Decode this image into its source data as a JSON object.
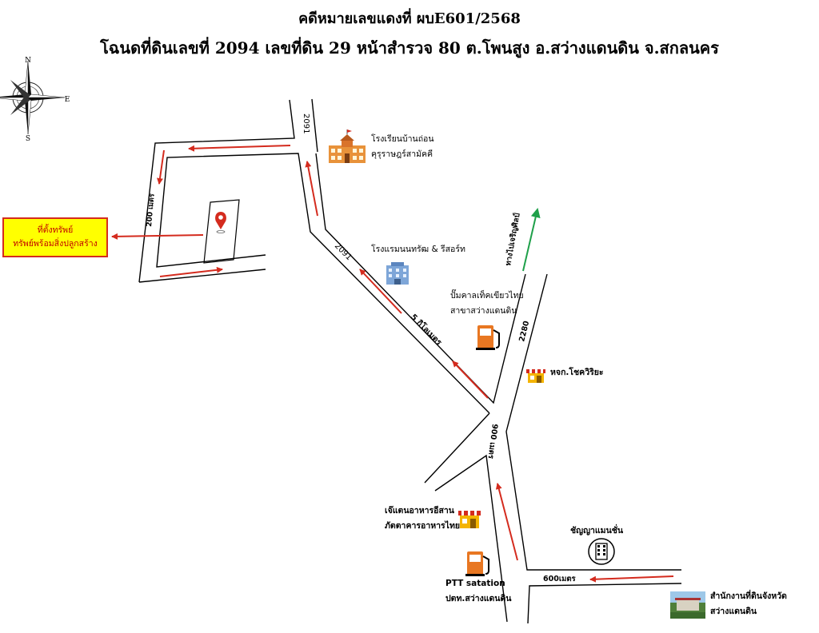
{
  "title": {
    "line1": "คดีหมายเลขแดงที่ ผบE601/2568",
    "line2": "โฉนดที่ดินเลขที่ 2094 เลขที่ดิน 29 หน้าสำรวจ 80 ต.โพนสูง อ.สว่างแดนดิน จ.สกลนคร"
  },
  "compass": {
    "n": "N",
    "e": "E",
    "s": "S"
  },
  "property_box": {
    "line1": "ที่ตั้งทรัพย์",
    "line2": "ทรัพย์พร้อมสิ่งปลูกสร้าง"
  },
  "road_labels": {
    "road_2091_top": "2091",
    "road_2091_diag": "2091",
    "road_2280": "2280",
    "dist_200m": "200 เมตร",
    "dist_5km": "5 กิโลเมตร",
    "dist_900m": "900 เมตร",
    "dist_600m": "600เมตร",
    "direction": "ทางไปเจริญศิลป์"
  },
  "places": {
    "school": {
      "line1": "โรงเรียนบ้านถ่อน",
      "line2": "คุรุราษฎร์สามัคคี"
    },
    "hotel": {
      "name": "โรงแรมนนทรัฒ & รีสอร์ท"
    },
    "gas_station": {
      "line1": "ปั๊มคาลเท็คเขียวไทย",
      "line2": "สาขาสว่างแดนดิน"
    },
    "shop": {
      "name": "หจก.โชควิริยะ"
    },
    "restaurant": {
      "line1": "เจ๊แตนอาหารอีสาน",
      "line2": "ภัตตาคารอาหารไทย"
    },
    "ptt": {
      "line1": "PTT satation",
      "line2": "ปตท.สว่างแดนดิน"
    },
    "mansion": {
      "name": "ชัญญาแมนชั่น"
    },
    "land_office": {
      "line1": "สำนักงานที่ดินจังหวัด",
      "line2": "สว่างแดนดิน"
    }
  },
  "colors": {
    "route_arrow": "#d42b1e",
    "direction_arrow": "#1fa04a",
    "box_fill": "#ffff00",
    "marker": "#d42b1e"
  },
  "icons": [
    "compass-rose-icon",
    "school-icon",
    "hotel-icon",
    "fuel-pump-icon",
    "shop-awning-icon",
    "building-icon",
    "location-pin-icon",
    "land-office-photo-icon"
  ]
}
